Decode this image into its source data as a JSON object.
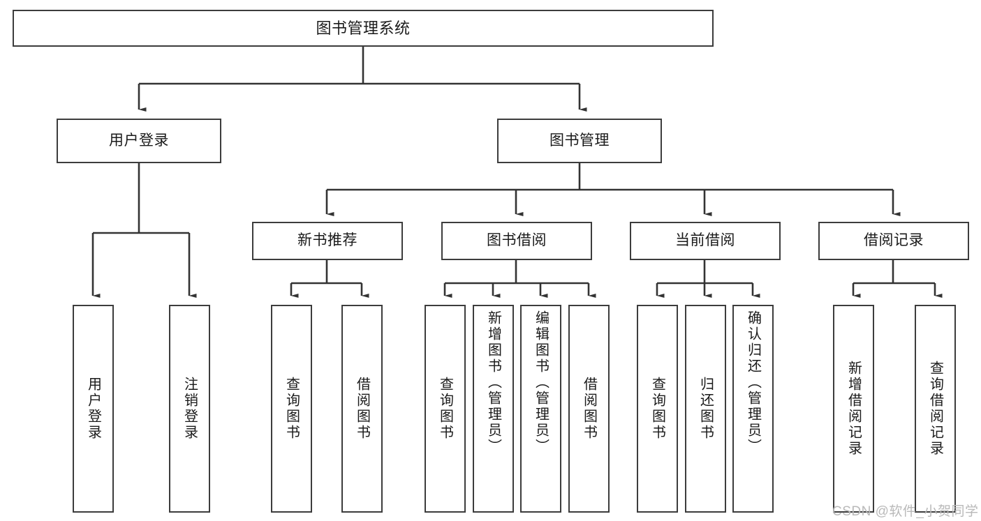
{
  "diagram": {
    "type": "tree-hierarchy-chart",
    "title": "图书管理系统",
    "levels": 4,
    "colors": {
      "box_border": "#3c3c3c",
      "box_fill": "#ffffff",
      "connector": "#333333",
      "text": "#1a1a1a",
      "watermark": "#b9b9b9",
      "background": "#ffffff"
    },
    "nodes": {
      "root": {
        "label": "图书管理系统"
      },
      "level2": [
        {
          "id": "user-login",
          "label": "用户登录"
        },
        {
          "id": "book-manage",
          "label": "图书管理"
        }
      ],
      "level3": [
        {
          "id": "new-book-recommend",
          "label": "新书推荐"
        },
        {
          "id": "book-borrow",
          "label": "图书借阅"
        },
        {
          "id": "current-borrow",
          "label": "当前借阅"
        },
        {
          "id": "borrow-record",
          "label": "借阅记录"
        }
      ],
      "leaves": {
        "user_login": [
          {
            "id": "leaf-user-login",
            "label": "用户登录"
          },
          {
            "id": "leaf-logout-login",
            "label": "注销登录"
          }
        ],
        "new_book_recommend": [
          {
            "id": "leaf-query-book-1",
            "label": "查询图书"
          },
          {
            "id": "leaf-borrow-book-1",
            "label": "借阅图书"
          }
        ],
        "book_borrow": [
          {
            "id": "leaf-query-book-2",
            "label": "查询图书"
          },
          {
            "id": "leaf-add-book-admin",
            "label": "新增图书（管理员）"
          },
          {
            "id": "leaf-edit-book-admin",
            "label": "编辑图书（管理员）"
          },
          {
            "id": "leaf-borrow-book-2",
            "label": "借阅图书"
          }
        ],
        "current_borrow": [
          {
            "id": "leaf-query-book-3",
            "label": "查询图书"
          },
          {
            "id": "leaf-return-book",
            "label": "归还图书"
          },
          {
            "id": "leaf-confirm-return-admin",
            "label": "确认归还（管理员）"
          }
        ],
        "borrow_record": [
          {
            "id": "leaf-add-borrow-record",
            "label": "新增借阅记录"
          },
          {
            "id": "leaf-query-borrow-record",
            "label": "查询借阅记录"
          }
        ]
      }
    },
    "watermark": "CSDN @软件_小贺同学"
  }
}
